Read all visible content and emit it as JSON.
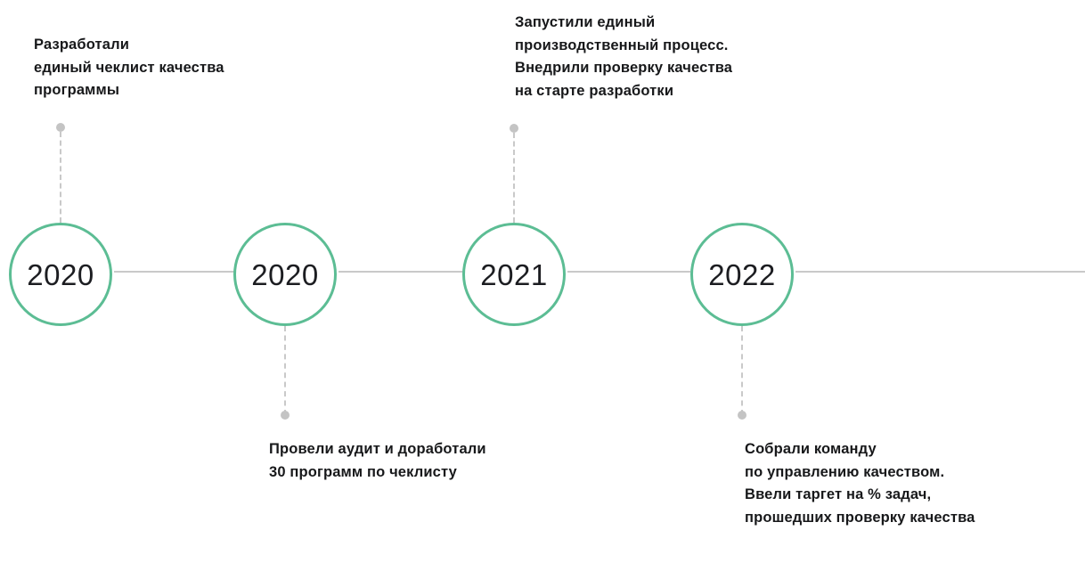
{
  "diagram": {
    "title": "Timeline of quality process milestones",
    "type": "horizontal-timeline",
    "background_color": "#ffffff",
    "accent_color": "#5cbd94",
    "line_color": "#c9c9c9",
    "dot_color": "#c4c4c4",
    "text_color": "#17181a",
    "year_text_color": "#1c1d21"
  },
  "milestones": [
    {
      "year": "2020",
      "position": "above",
      "text": "Разработали\nединый чеклист качества\nпрограммы"
    },
    {
      "year": "2020",
      "position": "below",
      "text": "Провели аудит и доработали\n30 программ по чеклисту"
    },
    {
      "year": "2021",
      "position": "above",
      "text": "Запустили единый\nпроизводственный процесс.\nВнедрили проверку качества\nна старте разработки"
    },
    {
      "year": "2022",
      "position": "below",
      "text": "Собрали команду\nпо управлению качеством.\nВвели таргет на % задач,\nпрошедших проверку качества"
    }
  ]
}
